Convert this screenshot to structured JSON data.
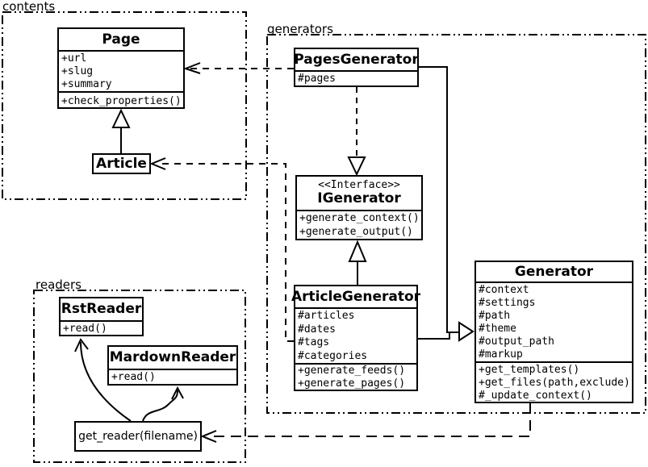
{
  "packages": {
    "contents": {
      "label": "contents"
    },
    "generators": {
      "label": "generators"
    },
    "readers": {
      "label": "readers"
    }
  },
  "classes": {
    "page": {
      "name": "Page",
      "attributes": [
        "+url",
        "+slug",
        "+summary"
      ],
      "methods": [
        "+check_properties()"
      ]
    },
    "article": {
      "name": "Article"
    },
    "pages_generator": {
      "name": "PagesGenerator",
      "attributes": [
        "#pages"
      ]
    },
    "igenerator": {
      "stereotype": "<<Interface>>",
      "name": "IGenerator",
      "methods": [
        "+generate_context()",
        "+generate_output()"
      ]
    },
    "article_generator": {
      "name": "ArticleGenerator",
      "attributes": [
        "#articles",
        "#dates",
        "#tags",
        "#categories"
      ],
      "methods": [
        "+generate_feeds()",
        "+generate_pages()"
      ]
    },
    "generator": {
      "name": "Generator",
      "attributes": [
        "#context",
        "#settings",
        "#path",
        "#theme",
        "#output_path",
        "#markup"
      ],
      "methods": [
        "+get_templates()",
        "+get_files(path,exclude)",
        "#_update_context()"
      ]
    },
    "rst_reader": {
      "name": "RstReader",
      "methods": [
        "+read()"
      ]
    },
    "mardown_reader": {
      "name": "MardownReader",
      "methods": [
        "+read()"
      ]
    },
    "get_reader": {
      "label": "get_reader(filename)"
    }
  },
  "relationships": [
    {
      "from": "Article",
      "to": "Page",
      "type": "generalization"
    },
    {
      "from": "PagesGenerator",
      "to": "IGenerator",
      "type": "realization"
    },
    {
      "from": "ArticleGenerator",
      "to": "IGenerator",
      "type": "generalization"
    },
    {
      "from": "PagesGenerator",
      "to": "Generator",
      "type": "generalization"
    },
    {
      "from": "ArticleGenerator",
      "to": "Generator",
      "type": "generalization"
    },
    {
      "from": "PagesGenerator",
      "to": "Page",
      "type": "dependency"
    },
    {
      "from": "ArticleGenerator",
      "to": "Article",
      "type": "dependency"
    },
    {
      "from": "Generator",
      "to": "get_reader(filename)",
      "type": "dependency"
    },
    {
      "from": "get_reader(filename)",
      "to": "RstReader",
      "type": "uses"
    },
    {
      "from": "get_reader(filename)",
      "to": "MardownReader",
      "type": "uses"
    }
  ],
  "colors": {
    "line": "#000000",
    "background": "#ffffff",
    "box_fill": "#ffffff"
  }
}
